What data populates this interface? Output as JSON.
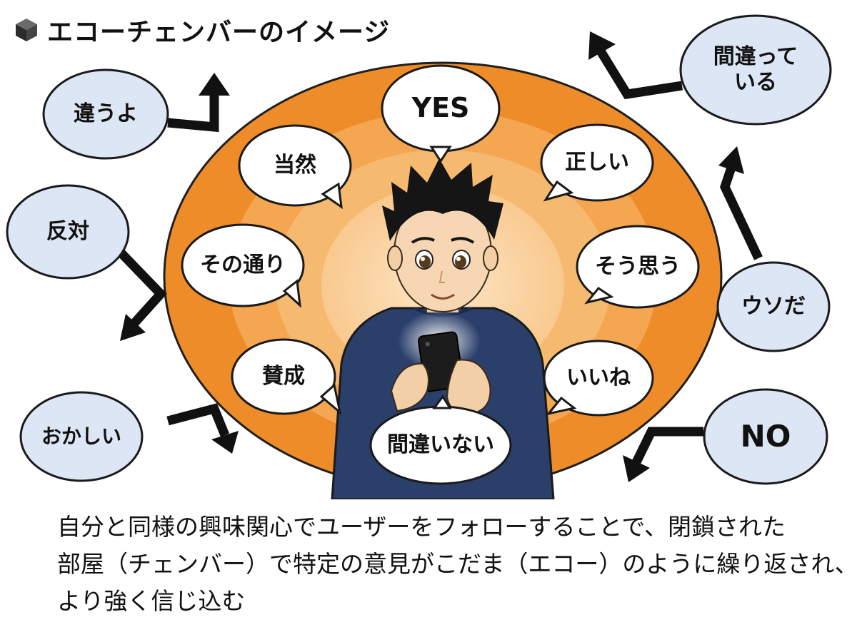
{
  "title": "エコーチェンバーのイメージ",
  "icons": {
    "title": "cube-icon",
    "center": "person-with-smartphone-icon"
  },
  "colors": {
    "chamber_outer": "#ee8c2a",
    "chamber_mid": "#f6b164",
    "chamber_inner": "#f9c98f",
    "chamber_core": "#fbd8a9",
    "outer_bubble_fill": "#dde6f4",
    "arrow": "#111111",
    "shirt": "#2a3f6a"
  },
  "inner_bubbles": {
    "yes": "YES",
    "tadashii": "正しい",
    "tozen": "当然",
    "sonotori": "その通り",
    "soumou": "そう思う",
    "sansei": "賛成",
    "iine": "いいね",
    "machigainai": "間違いない"
  },
  "outer_bubbles": {
    "chigauyo": "違うよ",
    "hantai": "反対",
    "okashii": "おかしい",
    "machigatte_1": "間違って",
    "machigatte_2": "いる",
    "usoda": "ウソだ",
    "no": "NO"
  },
  "caption": {
    "line1": "自分と同様の興味関心でユーザーをフォローすることで、閉鎖された",
    "line2": "部屋（チェンバー）で特定の意見がこだま（エコー）のように繰り返され、",
    "line3": "より強く信じ込む"
  }
}
